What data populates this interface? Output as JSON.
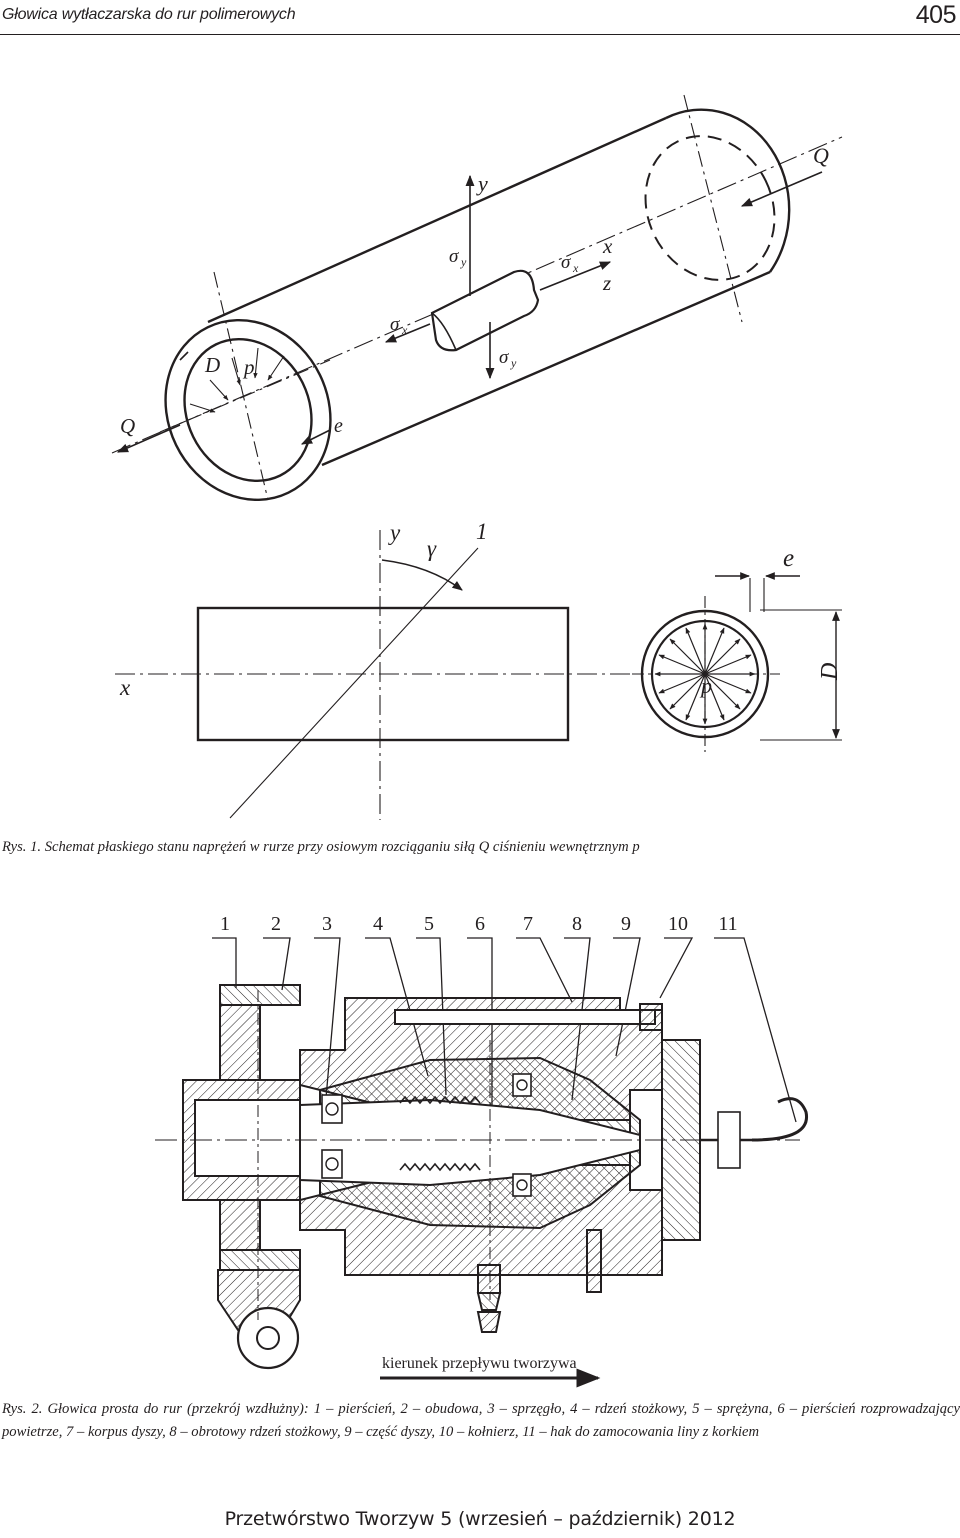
{
  "header": {
    "running_title": "Głowica wytłaczarska do rur polimerowych",
    "page_number": "405"
  },
  "figure1": {
    "labels": {
      "Q_right": "Q",
      "Q_left": "Q",
      "y_axis": "y",
      "x_axis": "x",
      "z_axis": "z",
      "sigma_y_top": "σ",
      "sigma_y_top_sub": "y",
      "sigma_x_right": "σ",
      "sigma_x_right_sub": "x",
      "sigma_x_left": "σ",
      "sigma_x_left_sub": "x",
      "sigma_y_bottom": "σ",
      "sigma_y_bottom_sub": "y",
      "D_iso": "D",
      "p_iso": "p",
      "e_iso": "e",
      "y_view": "y",
      "gamma": "γ",
      "one": "1",
      "e_view": "e",
      "x_view": "x",
      "p_view": "p",
      "D_view": "D"
    },
    "caption": "Rys. 1. Schemat płaskiego stanu naprężeń w rurze przy osiowym rozciąganiu siłą Q ciśnieniu wewnętrznym p"
  },
  "figure2": {
    "part_numbers": [
      "1",
      "2",
      "3",
      "4",
      "5",
      "6",
      "7",
      "8",
      "9",
      "10",
      "11"
    ],
    "flow_label": "kierunek przepływu tworzywa",
    "caption": "Rys. 2. Głowica prosta do rur (przekrój wzdłużny): 1 – pierścień, 2 – obudowa, 3 – sprzęgło, 4 – rdzeń stożkowy, 5 – sprężyna, 6 – pierścień rozprowadzający powietrze, 7 – korpus dyszy, 8 – obrotowy rdzeń stożkowy, 9 – część dyszy, 10 – kołnierz, 11 – hak do zamocowania liny z korkiem"
  },
  "footer": {
    "journal": "Przetwórstwo Tworzyw 5 (wrzesień – październik) 2012"
  }
}
